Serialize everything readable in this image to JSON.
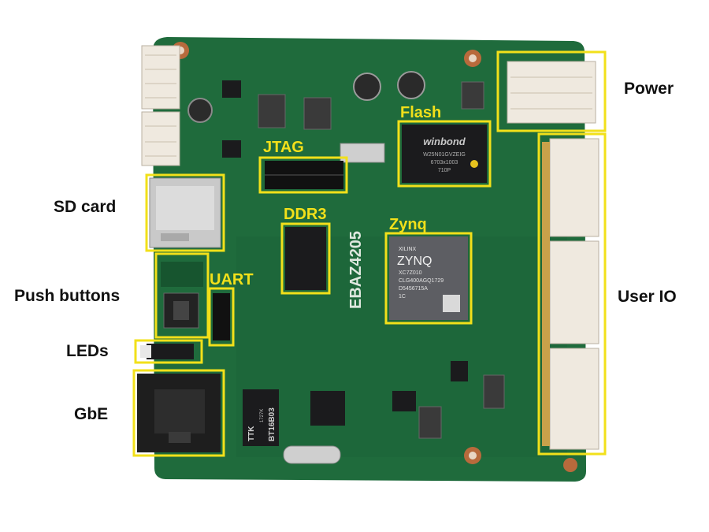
{
  "colors": {
    "pcb": "#1f6b3c",
    "pcb_dark": "#17552f",
    "highlight": "#f2e01a",
    "label_text": "#111111",
    "chip": "#1b1b1d",
    "connector_white": "#efe9df",
    "silk": "#dfe8df"
  },
  "board": {
    "silkscreen": "EBAZ4205"
  },
  "labels": {
    "power": "Power",
    "sd_card": "SD card",
    "push_buttons": "Push buttons",
    "leds": "LEDs",
    "gbe": "GbE",
    "user_io": "User IO",
    "flash": "Flash",
    "jtag": "JTAG",
    "ddr3": "DDR3",
    "zynq": "Zynq",
    "uart": "UART"
  },
  "chips": {
    "flash_brand": "winbond",
    "flash_part": "W25N01GVZEIG",
    "flash_code": "6703x1003",
    "flash_code2": "710P",
    "zynq_brand": "XILINX",
    "zynq_name": "ZYNQ",
    "zynq_part": "XC7Z010",
    "zynq_code": "CLG400AGQ1729",
    "zynq_code2": "D5456715A",
    "zynq_grade": "1C",
    "eth_transformer_brand": "TTK",
    "eth_transformer_part": "BT16B03",
    "eth_transformer_code": "1727K"
  }
}
